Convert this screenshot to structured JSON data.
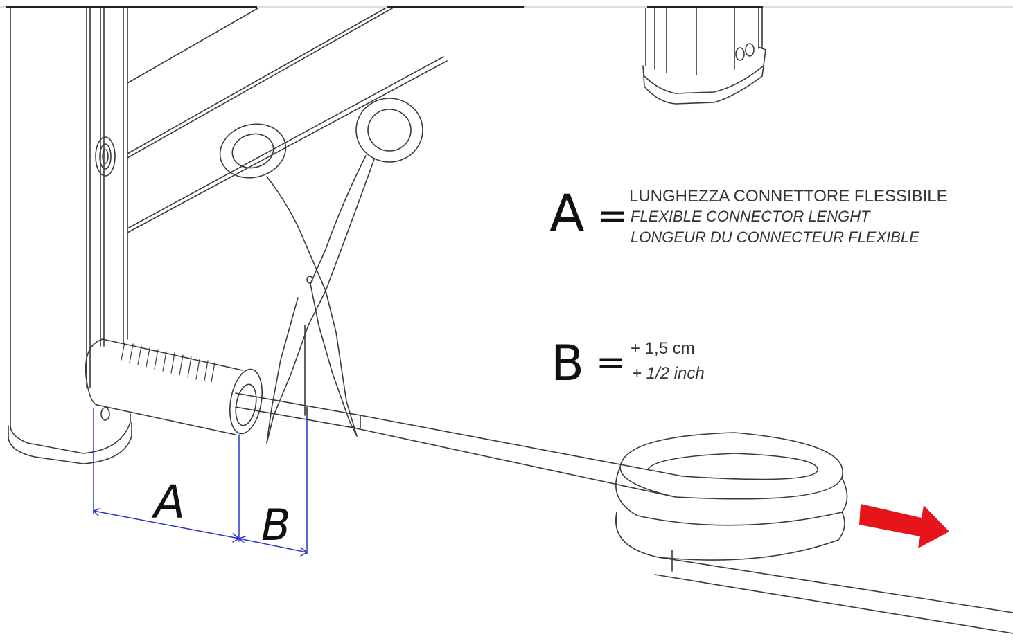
{
  "legend": {
    "a": {
      "letter": "A",
      "equals": "=",
      "lines": [
        "LUNGHEZZA CONNETTORE FLESSIBILE",
        "FLEXIBLE CONNECTOR LENGHT",
        "LONGEUR DU CONNECTEUR FLEXIBLE"
      ]
    },
    "b": {
      "letter": "B",
      "equals": "=",
      "lines": [
        "+ 1,5 cm",
        "+ 1/2 inch"
      ]
    }
  },
  "dimensions": {
    "a_label": "A",
    "b_label": "B"
  },
  "colors": {
    "line_art": "#3a3a3a",
    "dimension_lines": "#2a35c8",
    "arrow": "#e8141b",
    "text": "#111111"
  },
  "icons": {
    "tool": "scissors-icon",
    "direction": "arrow-right-icon"
  }
}
